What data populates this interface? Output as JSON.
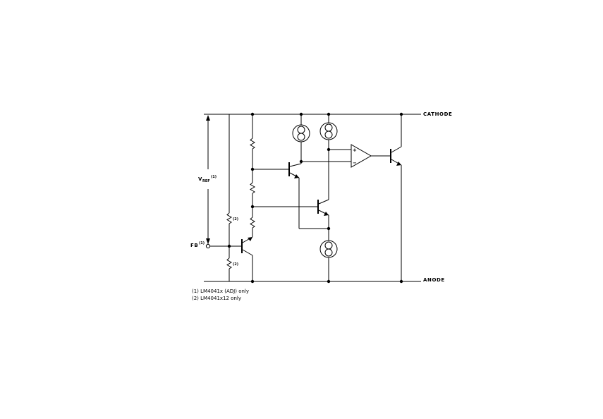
{
  "labels": {
    "cathode": "CATHODE",
    "anode": "ANODE",
    "vref_main": "V",
    "vref_sub": "REF",
    "vref_sup": "(1)",
    "fb": "FB",
    "fb_sup": "(1)",
    "r_top_note": "(2)",
    "r_bottom_note": "(2)",
    "opamp_plus": "+",
    "opamp_minus": "−"
  },
  "notes": [
    "(1) LM4041x (ADJ) only",
    "(2) LM4041x12  only"
  ]
}
